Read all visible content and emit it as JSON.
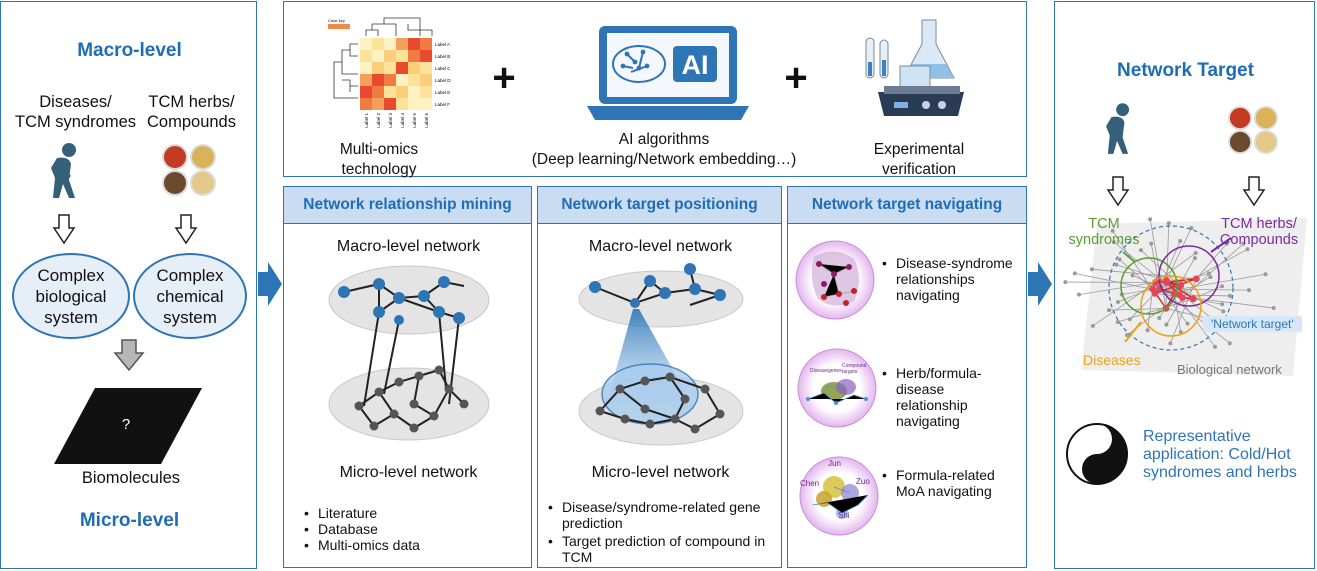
{
  "left": {
    "macro_title": "Macro-level",
    "diseases_label": "Diseases/\nTCM syndromes",
    "herbs_label": "TCM herbs/\nCompounds",
    "bio_system": "Complex\nbiological\nsystem",
    "chem_system": "Complex\nchemical\nsystem",
    "unknown": "?",
    "biomolecules": "Biomolecules",
    "micro_title": "Micro-level"
  },
  "top": {
    "heatmap": {
      "color_key": "Color key",
      "row_labels": [
        "Label A",
        "Label B",
        "Label C",
        "Label D",
        "Label E",
        "Label F"
      ],
      "col_labels": [
        "Label 1",
        "Label 2",
        "Label 3",
        "Label 4",
        "Label 5",
        "Label 6"
      ]
    },
    "omics_label": "Multi-omics\ntechnology",
    "plus1": "+",
    "ai_text": "AI",
    "ai_label": "AI algorithms\n(Deep learning/Network embedding…)",
    "plus2": "+",
    "exp_label": "Experimental\nverification"
  },
  "mining": {
    "header": "Network relationship mining",
    "macro": "Macro-level network",
    "micro": "Micro-level network",
    "bullets": [
      "Literature",
      "Database",
      "Multi-omics data"
    ]
  },
  "positioning": {
    "header": "Network target positioning",
    "macro": "Macro-level network",
    "micro": "Micro-level network",
    "bullets": [
      "Disease/syndrome-related gene prediction",
      "Target prediction of compound in TCM"
    ]
  },
  "navigating": {
    "header": "Network target navigating",
    "items": [
      "Disease-syndrome relationships navigating",
      "Herb/formula-disease relationship navigating",
      "Formula-related MoA navigating"
    ],
    "circle2_labels": [
      "Diseasegenes",
      "Compound targets"
    ],
    "circle3_labels": [
      "Jun",
      "Chen",
      "Zuo",
      "Shi"
    ]
  },
  "right": {
    "title": "Network Target",
    "tcm_syndromes": "TCM\nsyndromes",
    "tcm_herbs": "TCM herbs/\nCompounds",
    "network_target": "'Network target'",
    "diseases": "Diseases",
    "bio_network": "Biological network",
    "application": "Representative\napplication: Cold/Hot\nsyndromes and herbs"
  },
  "colors": {
    "accent": "#2e75b6",
    "title_blue": "#1f6db5",
    "header_fill": "#c9dcf2",
    "syndrome_green": "#5a9e2f",
    "herb_purple": "#7a2aa0",
    "disease_yellow": "#e8a317"
  }
}
